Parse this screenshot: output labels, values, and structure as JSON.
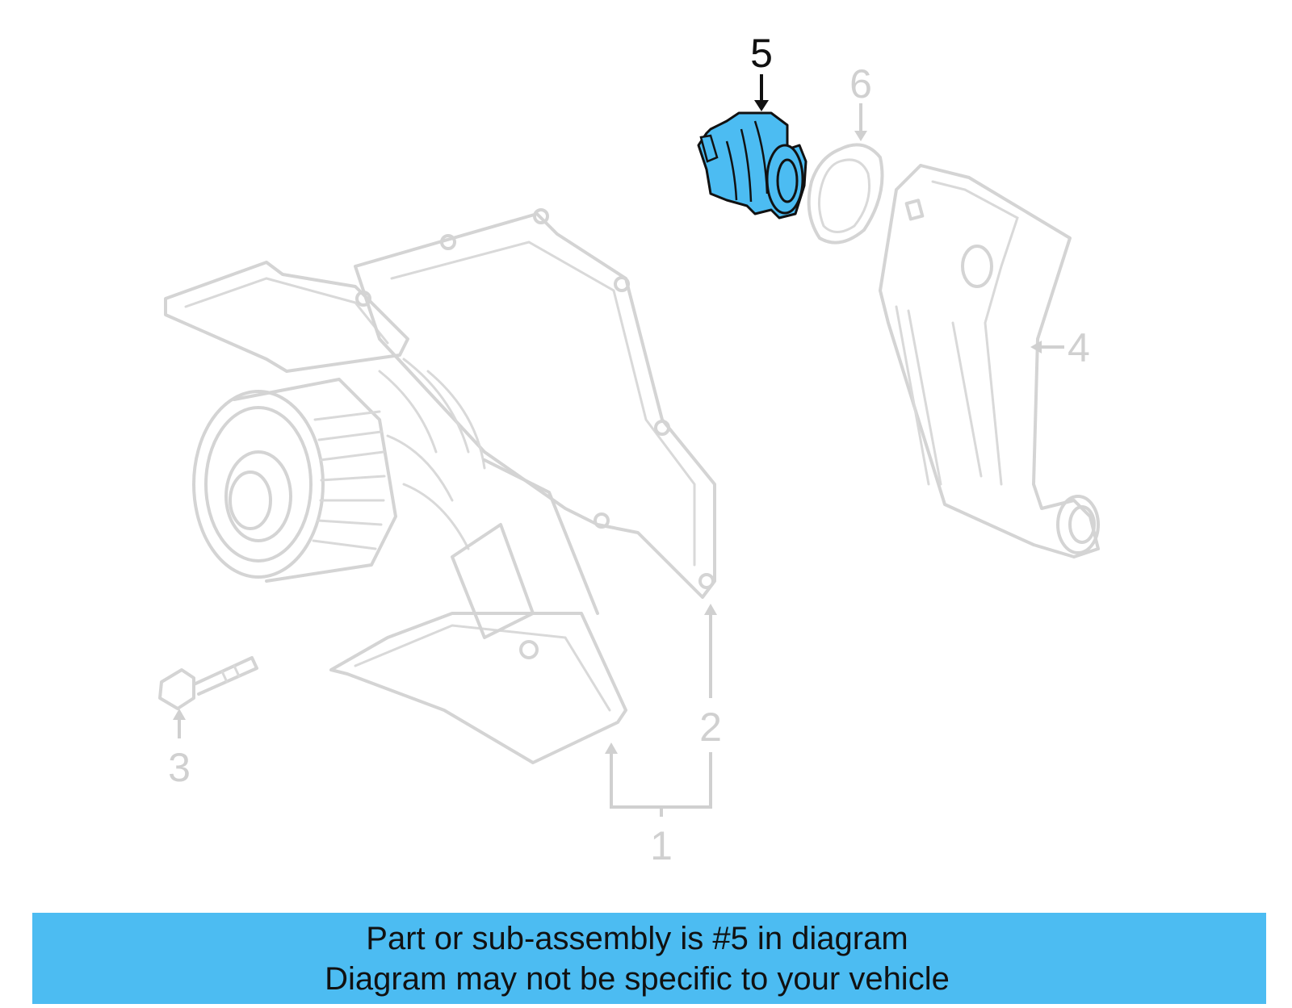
{
  "diagram": {
    "highlighted_part": "5",
    "highlight_color": "#4cbcf2",
    "callouts": {
      "c1": "1",
      "c2": "2",
      "c3": "3",
      "c4": "4",
      "c5": "5",
      "c6": "6"
    }
  },
  "banner": {
    "line1": "Part or sub-assembly is #5 in diagram",
    "line2": "Diagram may not be specific to your vehicle",
    "background": "#4cbcf2"
  }
}
